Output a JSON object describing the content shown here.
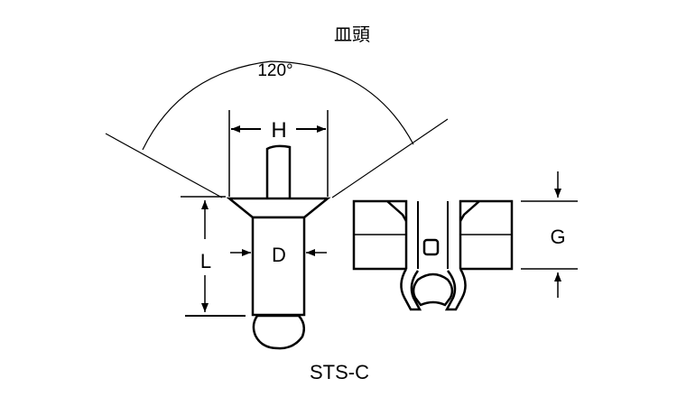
{
  "title": "皿頭",
  "angle_label": "120°",
  "dimensions": {
    "head_diameter": "H",
    "length": "L",
    "diameter": "D",
    "grip": "G"
  },
  "model": "STS-C",
  "colors": {
    "line": "#000000",
    "background": "#ffffff"
  }
}
